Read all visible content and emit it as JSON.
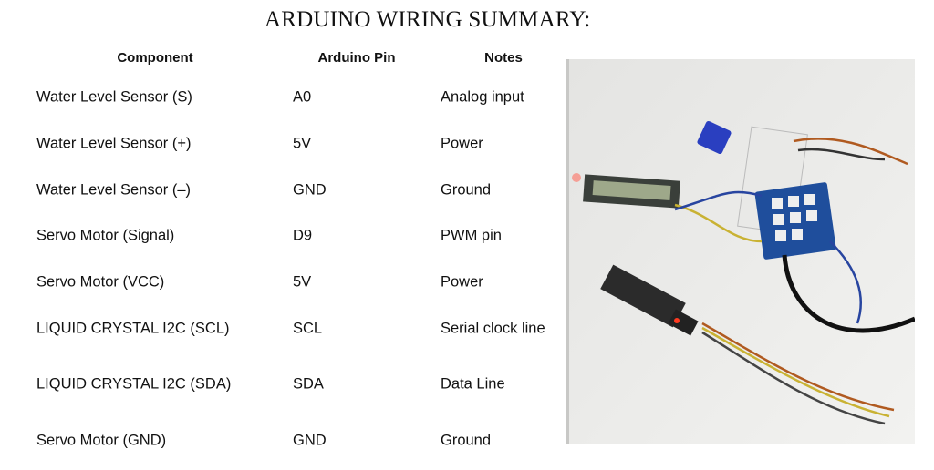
{
  "title": "ARDUINO WIRING SUMMARY:",
  "table": {
    "headers": [
      "Component",
      "Arduino Pin",
      "Notes"
    ],
    "rows": [
      [
        "Water Level Sensor (S)",
        "A0",
        "Analog input"
      ],
      [
        "Water Level Sensor (+)",
        "5V",
        "Power"
      ],
      [
        "Water Level Sensor (–)",
        "GND",
        "Ground"
      ],
      [
        "Servo Motor (Signal)",
        "D9",
        "PWM pin"
      ],
      [
        "Servo Motor (VCC)",
        "5V",
        "Power"
      ],
      [
        "LIQUID CRYSTAL I2C (SCL)",
        "SCL",
        "Serial clock line"
      ],
      [
        "LIQUID CRYSTAL I2C (SDA)",
        "SDA",
        "Data Line"
      ],
      [
        "Servo Motor (GND)",
        "GND",
        "Ground"
      ]
    ]
  }
}
